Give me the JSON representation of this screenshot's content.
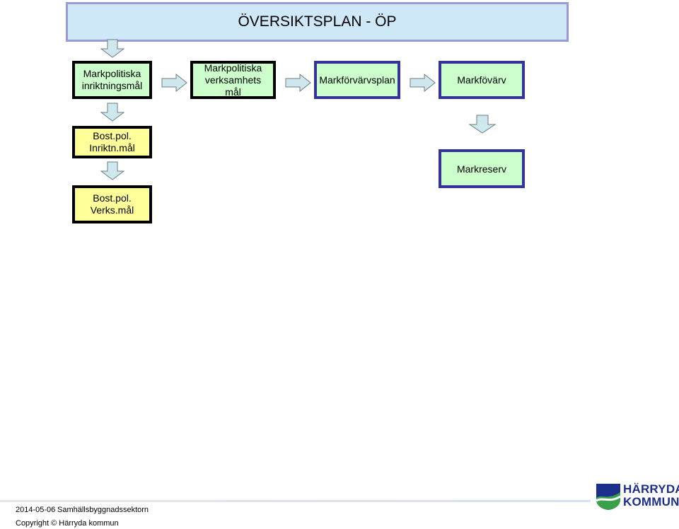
{
  "title": "ÖVERSIKTSPLAN - ÖP",
  "nodes": {
    "markpol_inriktning": "Markpolitiska\ninriktningsmål",
    "markpol_verksamhet": "Markpolitiska\nverksamhets\nmål",
    "markforvarvsplan": "Markförvärvsplan",
    "markforvarv": "Markfövärv",
    "markreserv": "Markreserv",
    "bostpol_inriktn": "Bost.pol.\nInriktn.mål",
    "bostpol_verks": "Bost.pol.\nVerks.mål"
  },
  "footer": {
    "date": "2014-05-06",
    "department": "Samhällsbyggnadssektorn",
    "copyright": "Copyright © Härryda kommun"
  },
  "logo": {
    "line1": "HÄRRYDA",
    "line2": "KOMMUN",
    "color": "#1d2f8c",
    "accent": "#3aa04a"
  },
  "colors": {
    "title_bg": "#cfe8f8",
    "title_border": "#9a9ad8",
    "green_fill": "#ccffcc",
    "yellow_fill": "#ffff99",
    "blue_border": "#333399",
    "arrow_fill": "#cfe8ee",
    "arrow_stroke": "#6b7b84"
  }
}
